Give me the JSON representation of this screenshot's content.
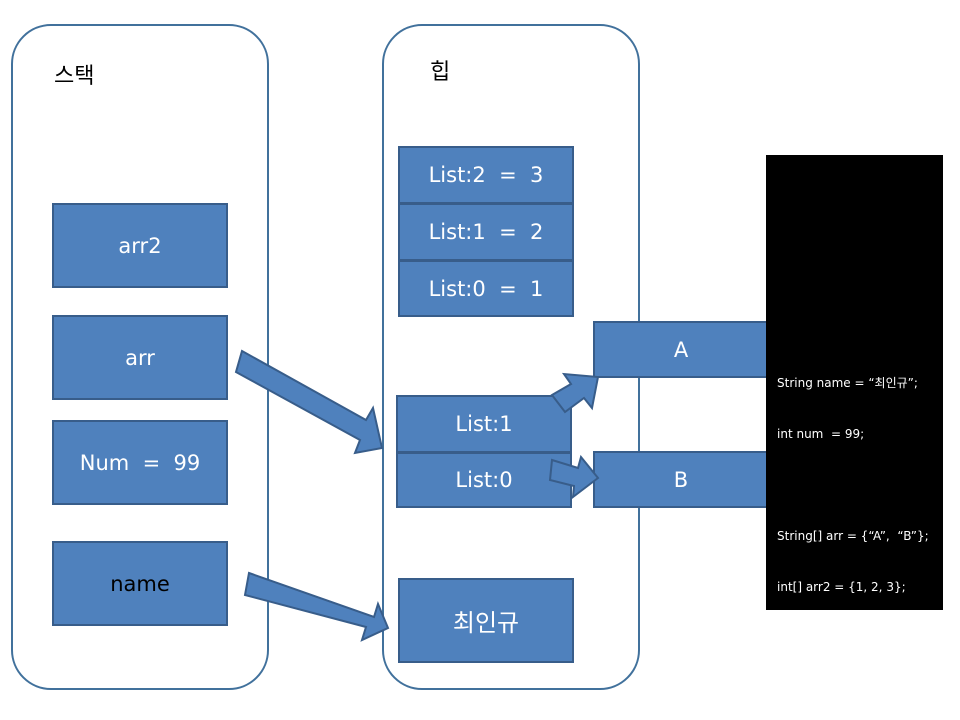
{
  "stack": {
    "title": "스택",
    "items": [
      {
        "label": "arr2"
      },
      {
        "label": "arr"
      },
      {
        "label": "Num  =  99"
      },
      {
        "label": "name"
      }
    ]
  },
  "heap": {
    "title": "힙",
    "list_items": [
      {
        "label": "List:2  =  3"
      },
      {
        "label": "List:1  =  2"
      },
      {
        "label": "List:0  =  1"
      }
    ],
    "arr_items": [
      {
        "label": "List:1"
      },
      {
        "label": "List:0"
      }
    ],
    "string_value": "최인규"
  },
  "external": {
    "a_label": "A",
    "b_label": "B"
  },
  "code": {
    "lines": [
      "String name = “최인규”;",
      "int num  = 99;",
      "",
      "String[] arr = {“A”,  “B”};",
      "int[] arr2 = {1, 2, 3};"
    ]
  },
  "colors": {
    "box_fill": "#4f81bd",
    "box_border": "#385d8a",
    "panel_border": "#41719c",
    "code_bg": "#000000"
  }
}
